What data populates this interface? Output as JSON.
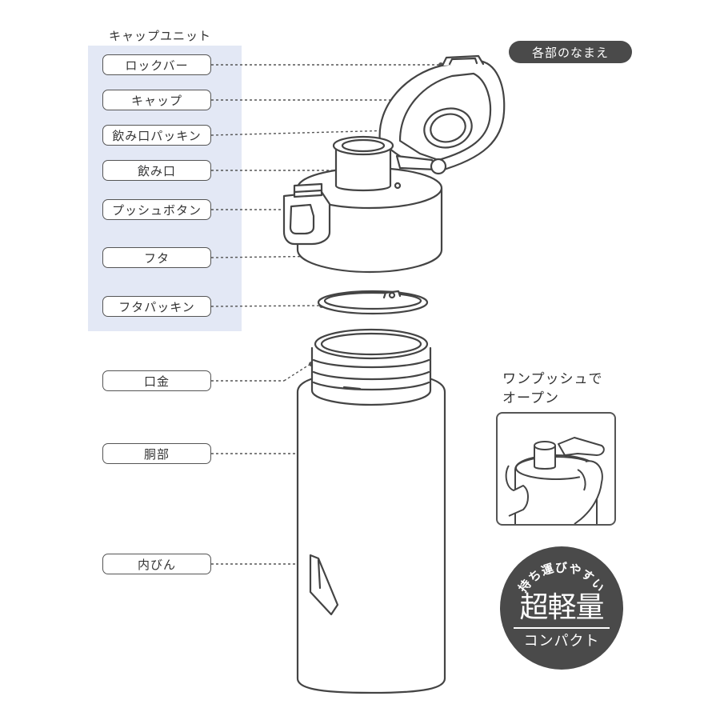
{
  "cap_unit": {
    "title": "キャップユニット",
    "parts": [
      "ロックバー",
      "キャップ",
      "飲み口パッキン",
      "飲み口",
      "プッシュボタン",
      "フタ",
      "フタパッキン"
    ]
  },
  "body_parts": [
    "口金",
    "胴部",
    "内びん"
  ],
  "names_badge": "各部のなまえ",
  "open_caption": {
    "line1": "ワンプッシュで",
    "line2": "オープン"
  },
  "promo": {
    "arc_text": "持ち運びやすい",
    "main": "超軽量",
    "sub": "コンパクト"
  },
  "colors": {
    "cap_unit_bg": "#e3e8f5",
    "outline": "#555555",
    "badge_bg": "#4a4a4a"
  }
}
